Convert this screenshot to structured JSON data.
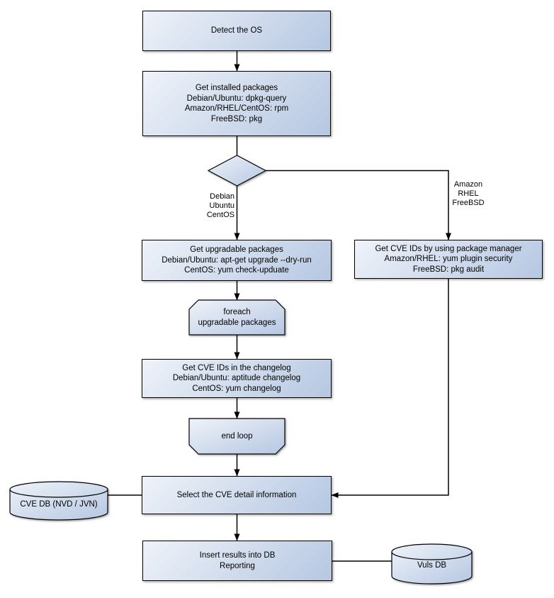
{
  "nodes": {
    "detect_os": "Detect the OS",
    "get_installed_packages": "Get installed packages\nDebian/Ubuntu: dpkg-query\nAmazon/RHEL/CentOS: rpm\nFreeBSD: pkg",
    "get_upgradable_packages": "Get upgradable packages\nDebian/Ubuntu: apt-get upgrade --dry-run\nCentOS: yum check-upduate",
    "get_cve_ids_package_manager": "Get CVE IDs by using package manager\nAmazon/RHEL: yum plugin security\nFreeBSD: pkg audit",
    "foreach_loop": "foreach\nupgradable packages",
    "get_cve_ids_changelog": "Get CVE IDs in the changelog\nDebian/Ubuntu: aptitude changelog\nCentOS: yum changelog",
    "end_loop": "end loop",
    "select_cve_detail": "Select the CVE detail information",
    "insert_results": "Insert results into DB\nReporting",
    "cve_db": "CVE DB (NVD / JVN)",
    "vuls_db": "Vuls DB"
  },
  "branch_labels": {
    "left": "Debian\nUbuntu\nCentOS",
    "right": "Amazon\nRHEL\nFreeBSD"
  },
  "colors": {
    "node_gradient_start": "#eff3f9",
    "node_gradient_end": "#b5c7e2",
    "node_border": "#000000",
    "connector": "#000000",
    "background": "#ffffff",
    "text_color": "#000000"
  }
}
